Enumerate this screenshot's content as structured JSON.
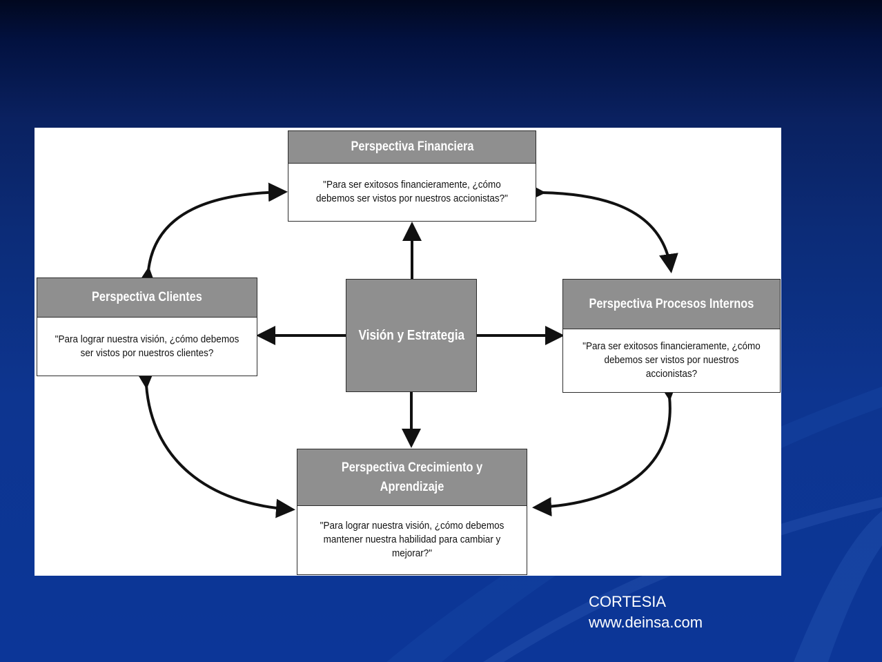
{
  "diagram": {
    "financiera": {
      "title": "Perspectiva Financiera",
      "question": "\"Para ser exitosos financieramente, ¿cómo debemos ser vistos por nuestros accionistas?\""
    },
    "clientes": {
      "title": "Perspectiva Clientes",
      "question": "\"Para lograr nuestra visión, ¿cómo debemos ser vistos por nuestros clientes?"
    },
    "centro": {
      "title": "Visión y Estrategia"
    },
    "procesos": {
      "title": "Perspectiva Procesos Internos",
      "question": "\"Para ser exitosos financieramente, ¿cómo debemos ser vistos por nuestros accionistas?"
    },
    "crecimiento": {
      "title": "Perspectiva Crecimiento y Aprendizaje",
      "question": "\"Para lograr nuestra visión, ¿cómo debemos mantener nuestra habilidad para cambiar y mejorar?\""
    }
  },
  "credit": {
    "line1": "CORTESIA",
    "line2": "www.deinsa.com"
  },
  "colors": {
    "background_top": "#01081f",
    "background_bottom": "#0c3698",
    "box_header": "#8f8f8f",
    "arrow": "#111111"
  }
}
